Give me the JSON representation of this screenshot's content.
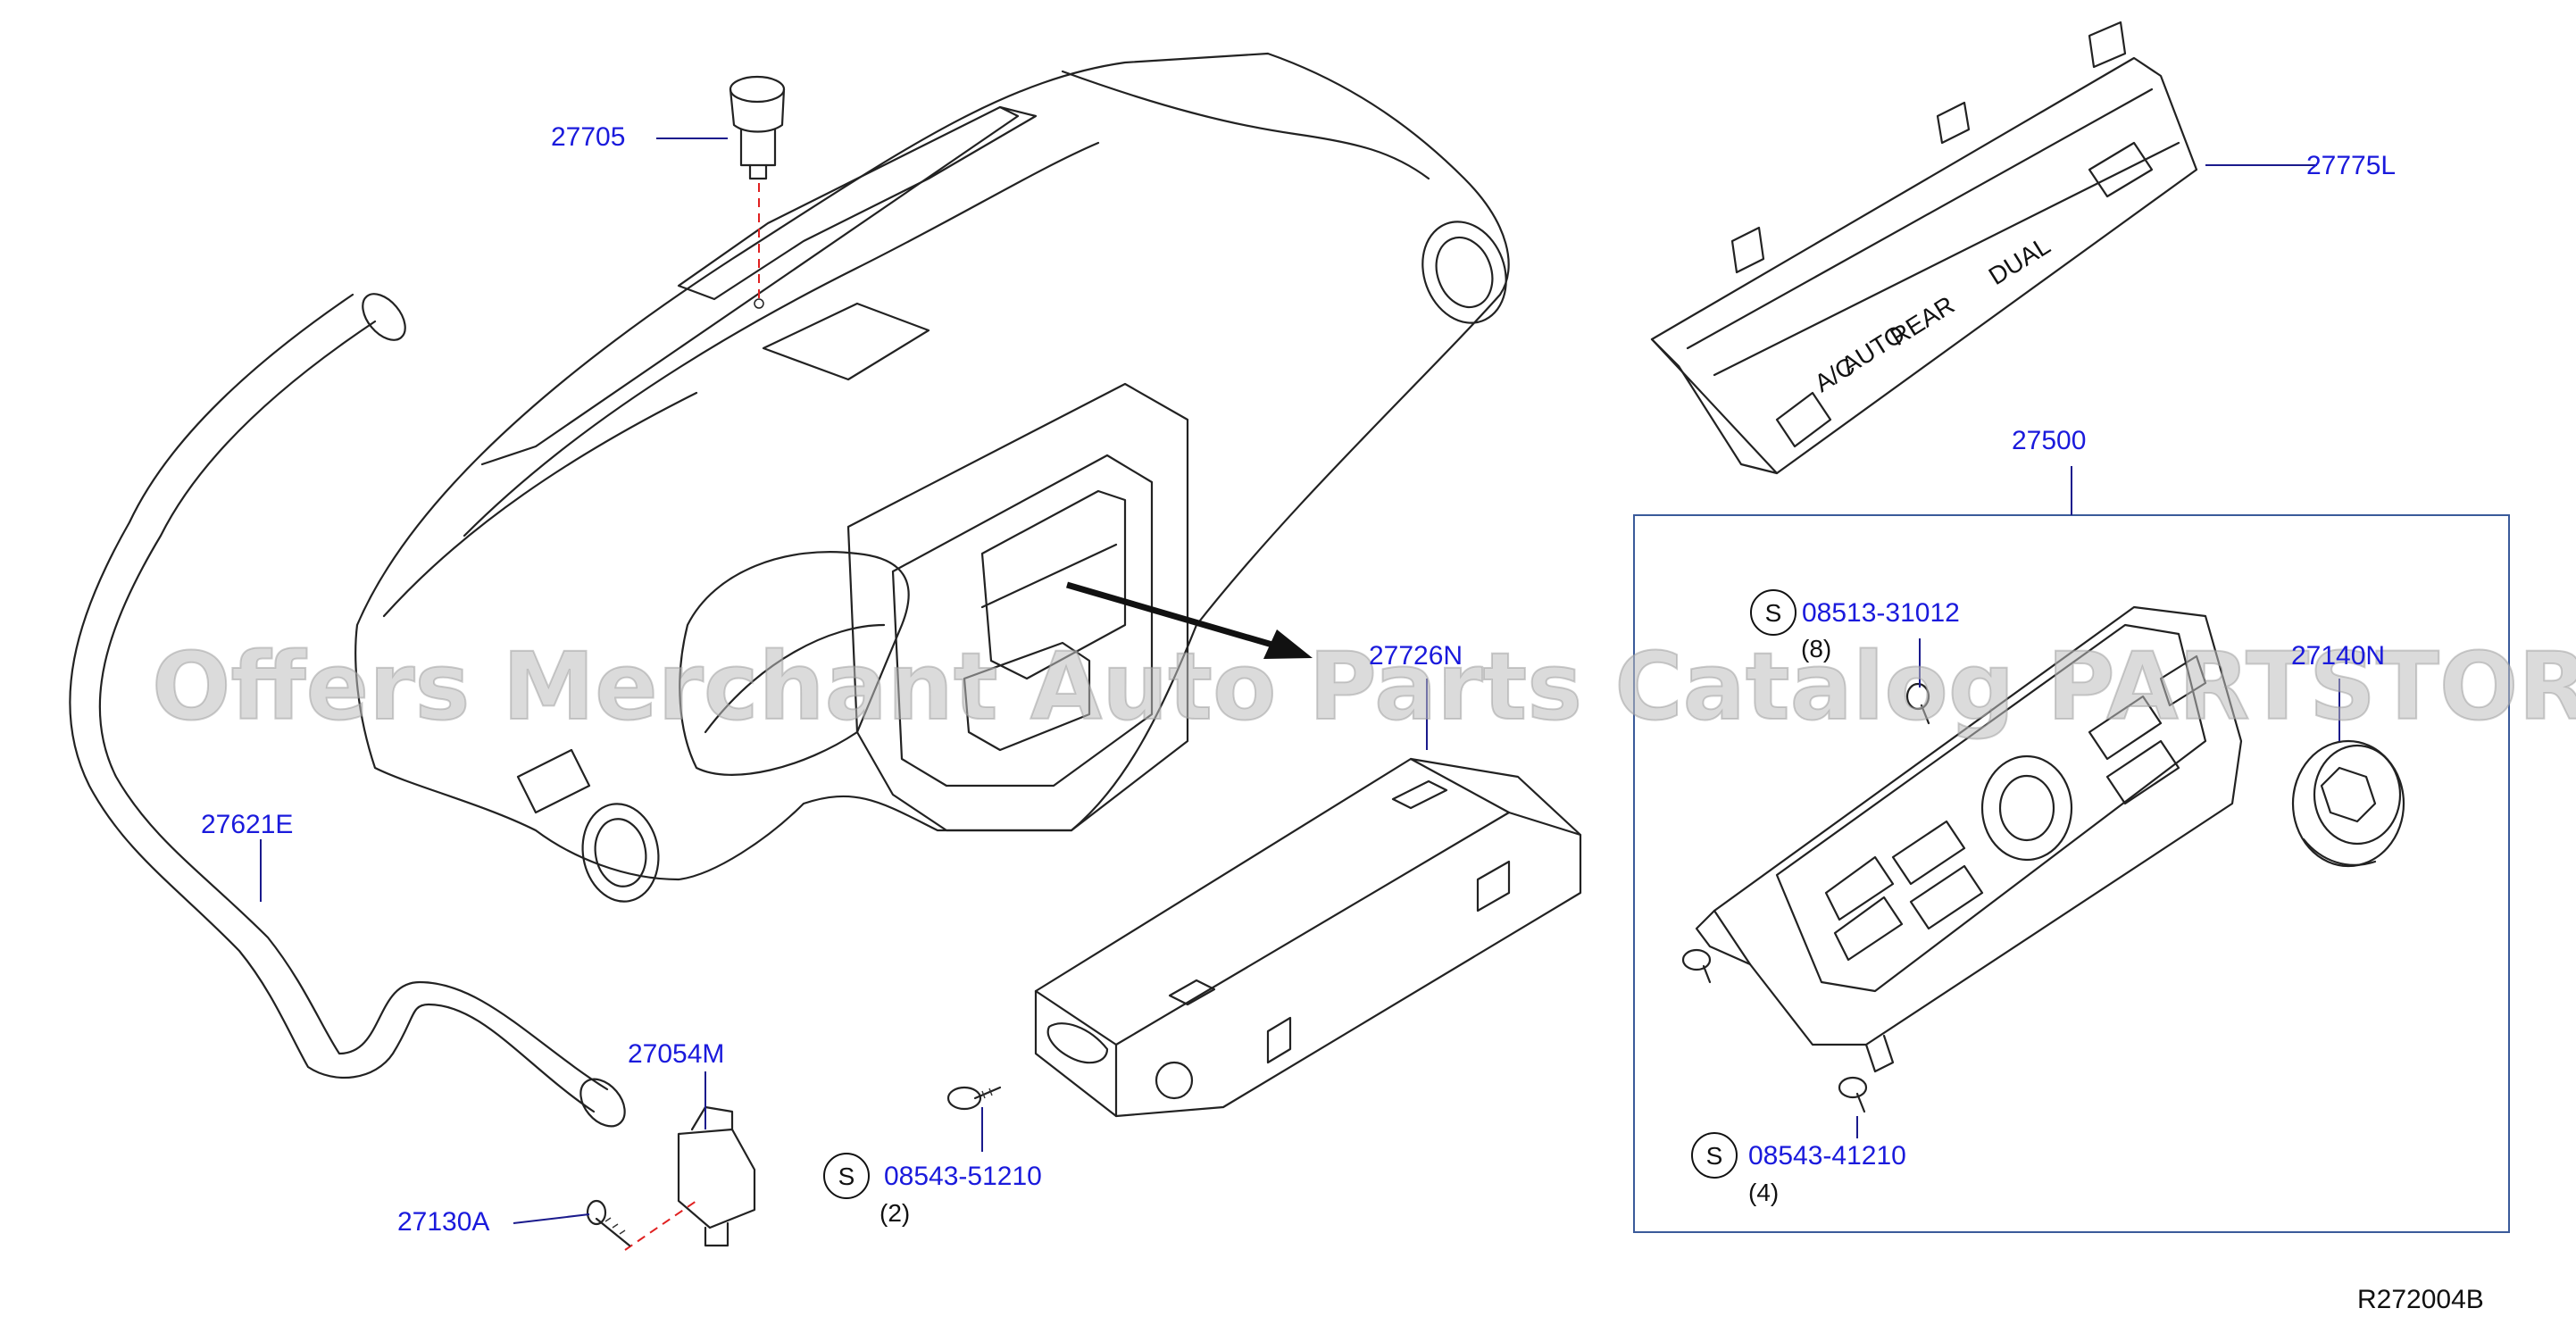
{
  "diagram": {
    "callouts": {
      "p27705": "27705",
      "p27775L": "27775L",
      "p27621E": "27621E",
      "p27500": "27500",
      "p08513": "08513-31012",
      "q08513": "(8)",
      "p27726N": "27726N",
      "p27140N": "27140N",
      "p27054M": "27054M",
      "p27130A": "27130A",
      "p08543_51210": "08543-51210",
      "q08543_51210": "(2)",
      "p08543_41210": "08543-41210",
      "q08543_41210": "(4)"
    },
    "s_marker": "S",
    "display_labels": {
      "ac": "A/C",
      "auto": "AUTO",
      "rear": "REAR",
      "dual": "DUAL"
    },
    "reference_code": "R272004B",
    "watermark": "Offers Merchant Auto Parts Catalog PARTSTORE.SA",
    "colors": {
      "callout": "#1a1adc",
      "line": "#222222",
      "dash": "#e02020",
      "box": "#3a5a9a",
      "watermark": "#bdbdbd"
    }
  }
}
